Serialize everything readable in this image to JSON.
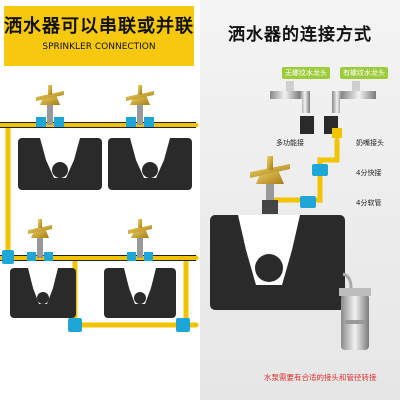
{
  "left_panel": {
    "title": "洒水器可以串联或并联",
    "subtitle": "SPRINKLER CONNECTION"
  },
  "right_panel": {
    "title": "洒水器的连接方式",
    "labels": {
      "no_thread_faucet": "无螺纹水龙头",
      "threaded_faucet": "有螺纹水龙头",
      "multi_function_connector": "多功能接",
      "nipple_connector": "奶嘴接头",
      "quick_connector_4": "4分快接",
      "soft_hose_4": "4分软管",
      "pump_note": "水泵需要有合适的接头和管径转接"
    }
  },
  "colors": {
    "banner": "#f6c90e",
    "hose": "#f2c400",
    "connector": "#1ea7d6",
    "base": "#2a2a2a",
    "brass": "#c9a227",
    "label_green": "#9ccc3a",
    "note_red": "#e03030"
  }
}
